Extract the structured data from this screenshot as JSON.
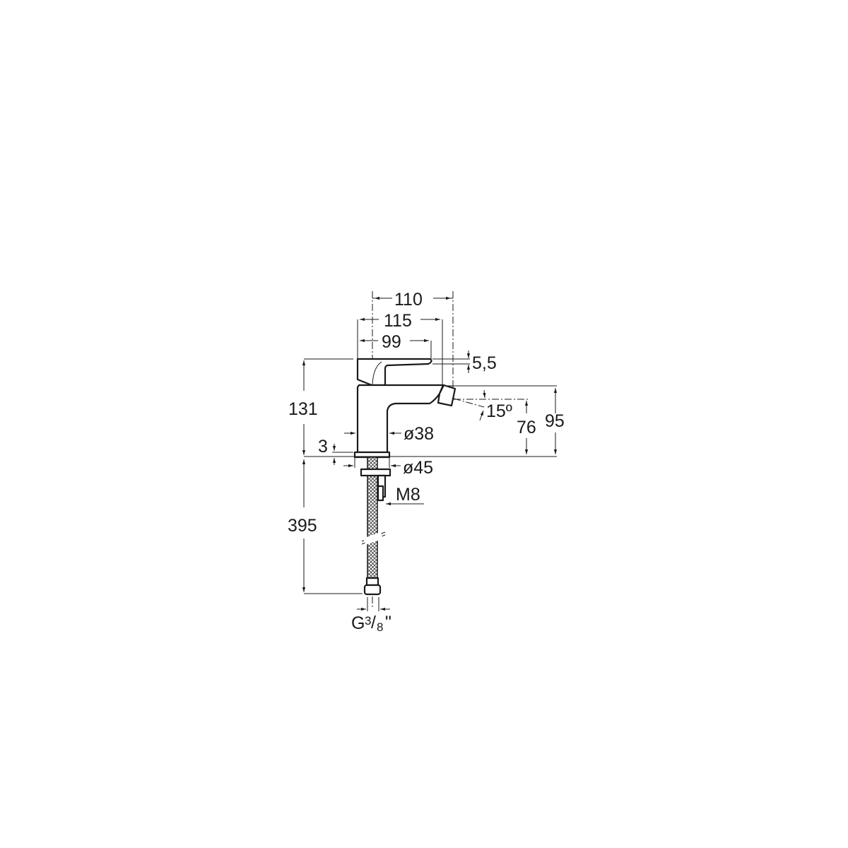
{
  "drawing": {
    "subject": "Bidet mixer technical drawing",
    "line_color": "#1a1a1a",
    "background": "#ffffff",
    "dimensions": {
      "overall_width": "110",
      "body_to_spout": "115",
      "lever_length": "99",
      "lever_thickness": "5,5",
      "total_height": "131",
      "spout_angle": "15º",
      "spout_height": "76",
      "body_height": "95",
      "body_diameter": "ø38",
      "base_thickness": "3",
      "base_diameter": "ø45",
      "stud_thread": "M8",
      "hose_length": "395",
      "connection_main": "G",
      "connection_num": "3",
      "connection_slash": "/",
      "connection_den": "8",
      "connection_inch": "\""
    }
  }
}
